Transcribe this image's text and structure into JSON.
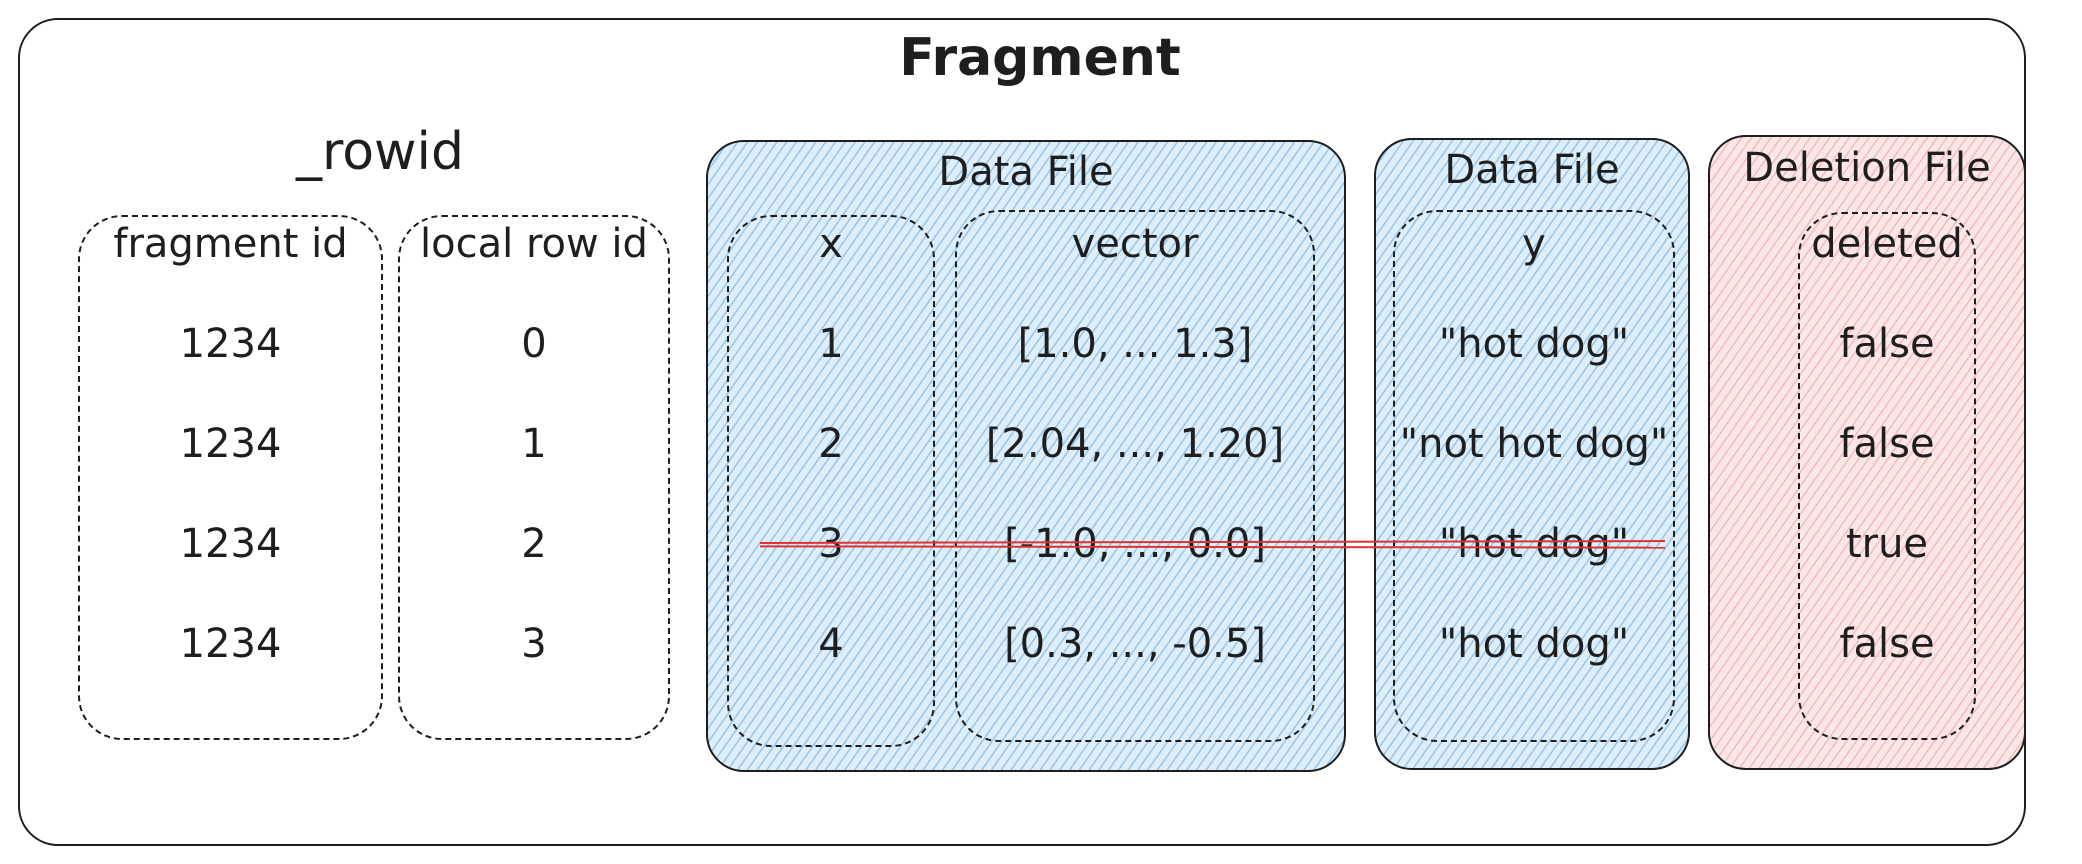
{
  "title": "Fragment",
  "rowid_label": "_rowid",
  "rowid_columns": [
    {
      "header": "fragment id",
      "values": [
        "1234",
        "1234",
        "1234",
        "1234"
      ]
    },
    {
      "header": "local row id",
      "values": [
        "0",
        "1",
        "2",
        "3"
      ]
    }
  ],
  "data_file_1": {
    "label": "Data File",
    "columns": [
      {
        "header": "x",
        "values": [
          "1",
          "2",
          "3",
          "4"
        ]
      },
      {
        "header": "vector",
        "values": [
          "[1.0, ... 1.3]",
          "[2.04, ..., 1.20]",
          "[-1.0, ..., 0.0]",
          "[0.3, ..., -0.5]"
        ]
      }
    ]
  },
  "data_file_2": {
    "label": "Data File",
    "columns": [
      {
        "header": "y",
        "values": [
          "\"hot dog\"",
          "\"not hot dog\"",
          "\"hot dog\"",
          "\"hot dog\""
        ]
      }
    ]
  },
  "deletion_file": {
    "label": "Deletion File",
    "columns": [
      {
        "header": "deleted",
        "values": [
          "false",
          "false",
          "true",
          "false"
        ]
      }
    ]
  },
  "deleted_row_index": 2,
  "colors": {
    "data_file_fill": "#a5d8ff",
    "deletion_file_fill": "#ffc9c9",
    "strike_line": "#e03131",
    "stroke": "#1e1e1e"
  }
}
